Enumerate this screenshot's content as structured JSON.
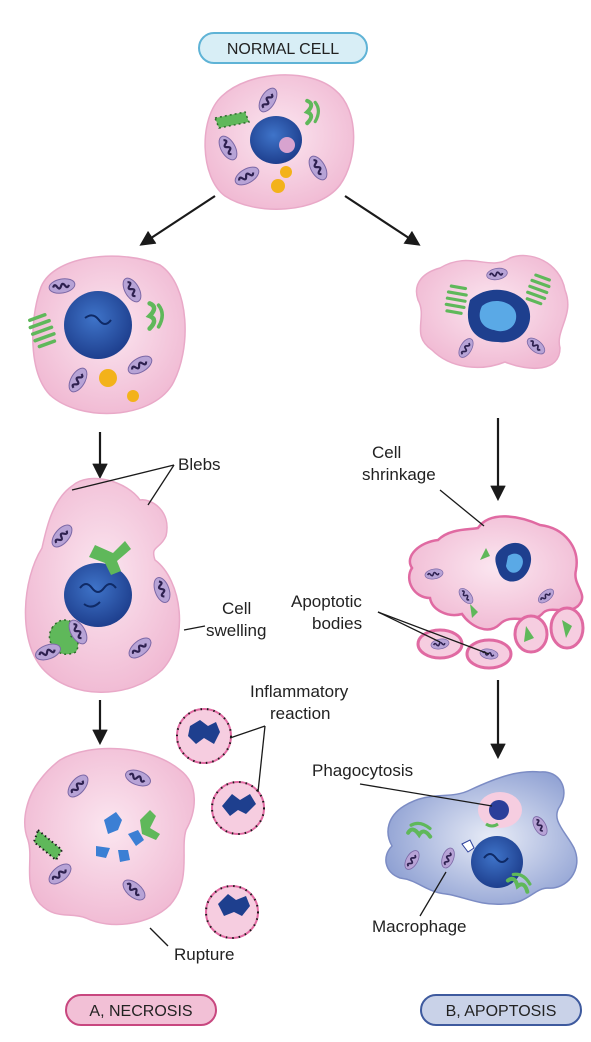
{
  "labels": {
    "normal_cell": "NORMAL CELL",
    "blebs": "Blebs",
    "cell_swelling_1": "Cell",
    "cell_swelling_2": "swelling",
    "inflammatory_1": "Inflammatory",
    "inflammatory_2": "reaction",
    "rupture": "Rupture",
    "cell_shrinkage_1": "Cell",
    "cell_shrinkage_2": "shrinkage",
    "apoptotic_1": "Apoptotic",
    "apoptotic_2": "bodies",
    "phagocytosis": "Phagocytosis",
    "macrophage": "Macrophage",
    "necrosis": "A, NECROSIS",
    "apoptosis": "B, APOPTOSIS"
  },
  "colors": {
    "cell_pink": "#f6cde0",
    "cell_edge": "#e9a9c8",
    "nucleus": "#2b54a6",
    "nucleus_light": "#5aa9e6",
    "mito_fill": "#b7a3d6",
    "mito_core": "#3a2a5a",
    "er_green": "#5fb85a",
    "granule_yellow": "#f3b21a",
    "necrosis_pill": "#f2c0d6",
    "apoptosis_pill": "#c9d2e8",
    "normal_pill": "#d8eef6",
    "macrophage_blue": "#aab7dd"
  }
}
